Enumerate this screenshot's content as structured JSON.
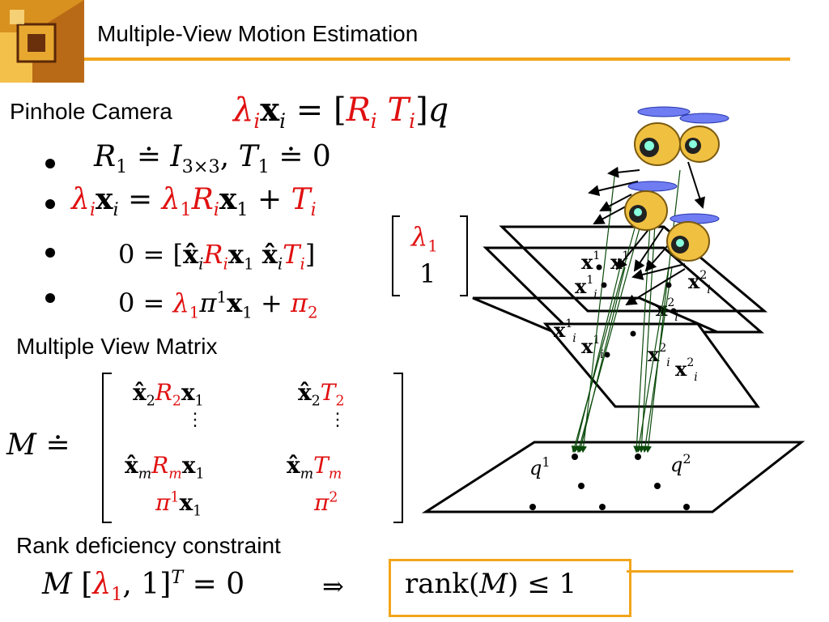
{
  "slide": {
    "title": "Multiple-View Motion Estimation",
    "section_pinhole": "Pinhole Camera",
    "section_matrix": "Multiple View Matrix",
    "section_rank": "Rank deficiency constraint"
  },
  "colors": {
    "accent": "#f2a51a",
    "highlight": "#e01010"
  },
  "labels": {
    "q1": "q",
    "q1_sup": "1",
    "q2": "q",
    "q2_sup": "2"
  }
}
